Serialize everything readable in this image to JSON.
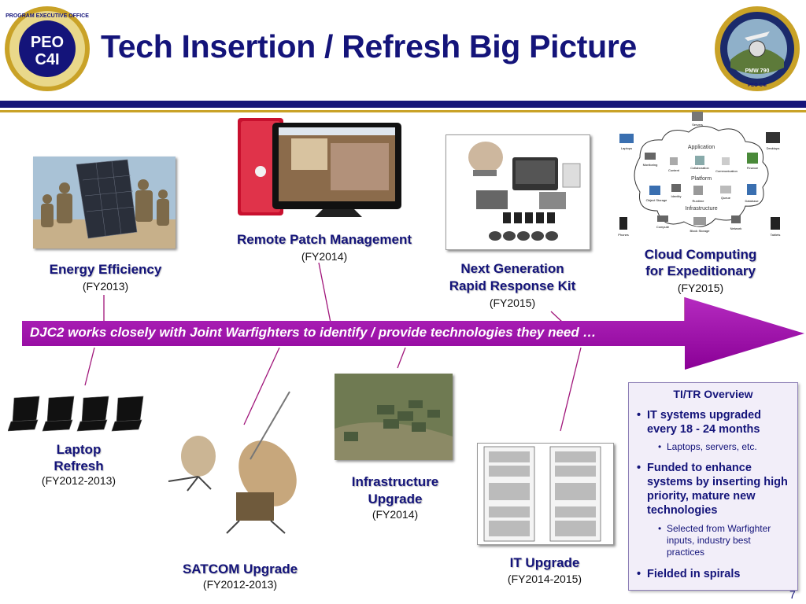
{
  "title": "Tech Insertion / Refresh Big Picture",
  "logo_left": {
    "line1": "PEO",
    "line2": "C4I",
    "ring": "PROGRAM EXECUTIVE OFFICE"
  },
  "logo_right": {
    "center": "PMW 790",
    "bottom": "PEO C4I"
  },
  "top_items": {
    "energy": {
      "label": "Energy Efficiency",
      "fy": "(FY2013)"
    },
    "remote": {
      "label": "Remote Patch Management",
      "fy": "(FY2014)"
    },
    "nextgen": {
      "label_line1": "Next Generation",
      "label_line2": "Rapid Response Kit",
      "fy": "(FY2015)"
    },
    "cloud": {
      "label_line1": "Cloud Computing",
      "label_line2": "for Expeditionary",
      "fy": "(FY2015)"
    }
  },
  "cloud_diagram": {
    "servers": "Servers",
    "application": "Application",
    "platform": "Platform",
    "infrastructure": "Infrastructure",
    "laptops": "Laptops",
    "desktops": "Desktops",
    "monitoring": "Monitoring",
    "content": "Content",
    "collaboration": "Collaboration",
    "communication": "Communication",
    "finance": "Finance",
    "identity": "Identity",
    "runtime": "Runtime",
    "queue": "Queue",
    "object_storage": "Object Storage",
    "database": "Database",
    "compute": "Compute",
    "block_storage": "Block Storage",
    "network": "Network",
    "phones": "Phones",
    "tablets": "Tablets"
  },
  "banner": {
    "text": "DJC2 works closely with Joint Warfighters to identify / provide technologies they need …",
    "color": "#9900a0"
  },
  "bottom_items": {
    "laptop": {
      "label_line1": "Laptop",
      "label_line2": "Refresh",
      "fy": "(FY2012-2013)"
    },
    "satcom": {
      "label": "SATCOM Upgrade",
      "fy": "(FY2012-2013)"
    },
    "infra": {
      "label_line1": "Infrastructure",
      "label_line2": "Upgrade",
      "fy": "(FY2014)"
    },
    "it": {
      "label": "IT Upgrade",
      "fy": "(FY2014-2015)"
    }
  },
  "overview": {
    "title": "TI/TR Overview",
    "b1": "IT systems upgraded every 18 - 24 months",
    "b1_sub": "Laptops, servers, etc.",
    "b2": "Funded to enhance systems by inserting high priority, mature new technologies",
    "b2_sub": "Selected from Warfighter inputs, industry best practices",
    "b3": "Fielded in spirals"
  },
  "page_number": "7",
  "colors": {
    "navy": "#14147a",
    "gold": "#c9a227",
    "purple": "#9900a0",
    "connector": "#a0157a"
  }
}
